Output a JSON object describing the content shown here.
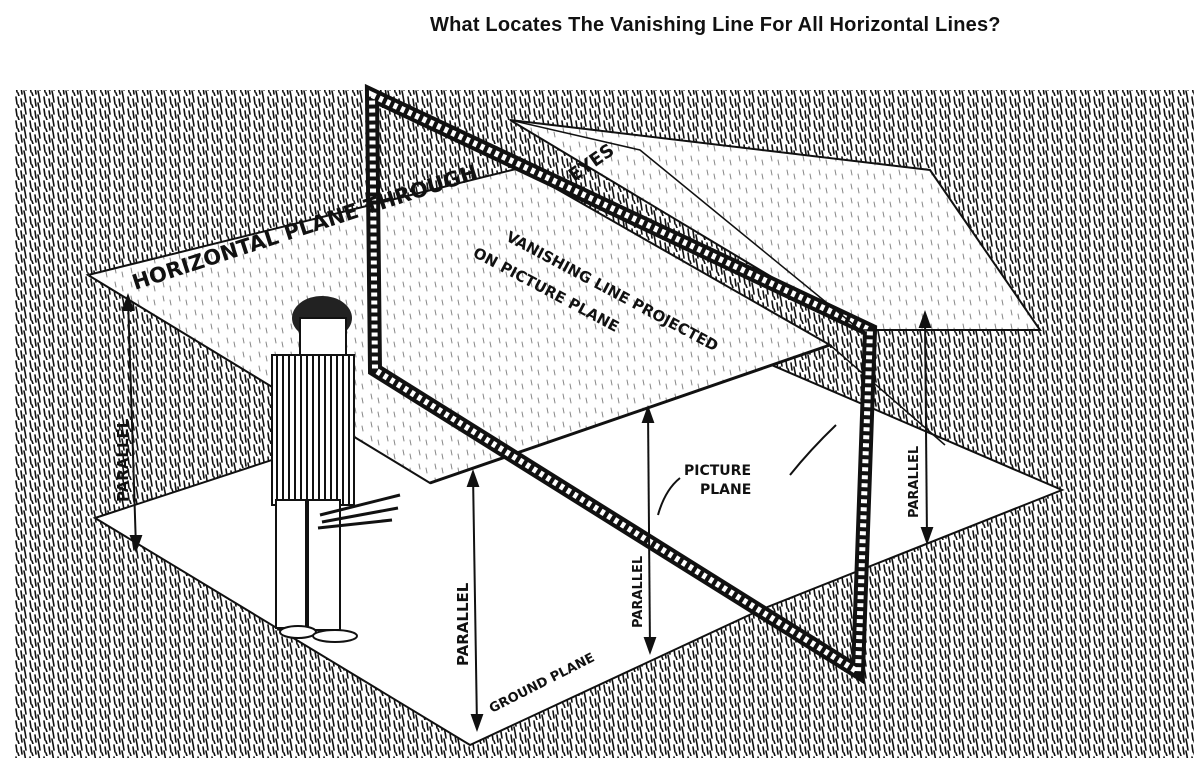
{
  "title": "What Locates The Vanishing Line For All Horizontal Lines?",
  "labels": {
    "horizontal_plane": "HORIZONTAL PLANE THROUGH",
    "eyes": "EYES",
    "vanishing_line_1": "VANISHING LINE PROJECTED",
    "vanishing_line_2": "ON PICTURE PLANE",
    "picture_plane_1": "PICTURE",
    "picture_plane_2": "PLANE",
    "ground_plane": "GROUND PLANE",
    "parallel": "PARALLEL"
  },
  "colors": {
    "ink": "#111111",
    "paper": "#ffffff"
  }
}
